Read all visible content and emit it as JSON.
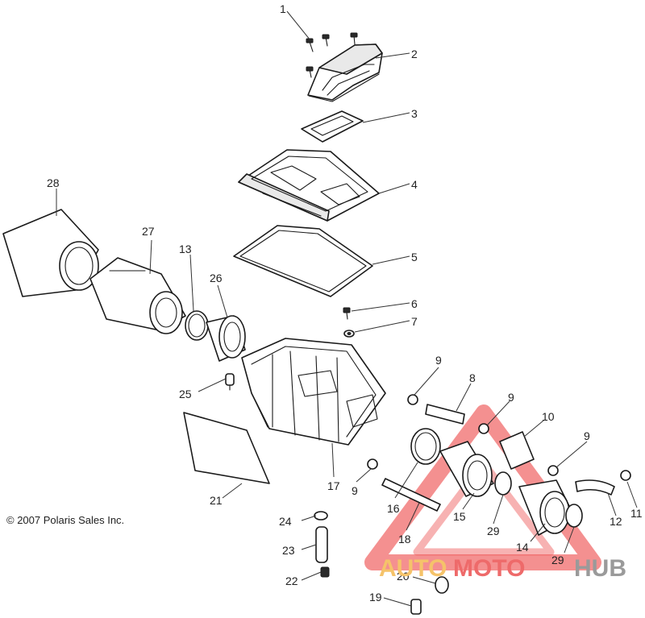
{
  "copyright": "© 2007 Polaris Sales Inc.",
  "watermark": {
    "word_a": "AUTO",
    "word_b": "MOTO",
    "word_c": "HUB",
    "color_a": "#f5c36a",
    "color_b": "#ee6a6a",
    "color_c": "#9a9a9a",
    "triangle_color": "#ee5555"
  },
  "callouts": [
    "1",
    "2",
    "3",
    "4",
    "5",
    "6",
    "7",
    "8",
    "9",
    "9",
    "9",
    "9",
    "9",
    "10",
    "11",
    "12",
    "13",
    "14",
    "15",
    "16",
    "17",
    "18",
    "19",
    "20",
    "21",
    "22",
    "23",
    "24",
    "25",
    "26",
    "27",
    "28",
    "29",
    "29"
  ]
}
